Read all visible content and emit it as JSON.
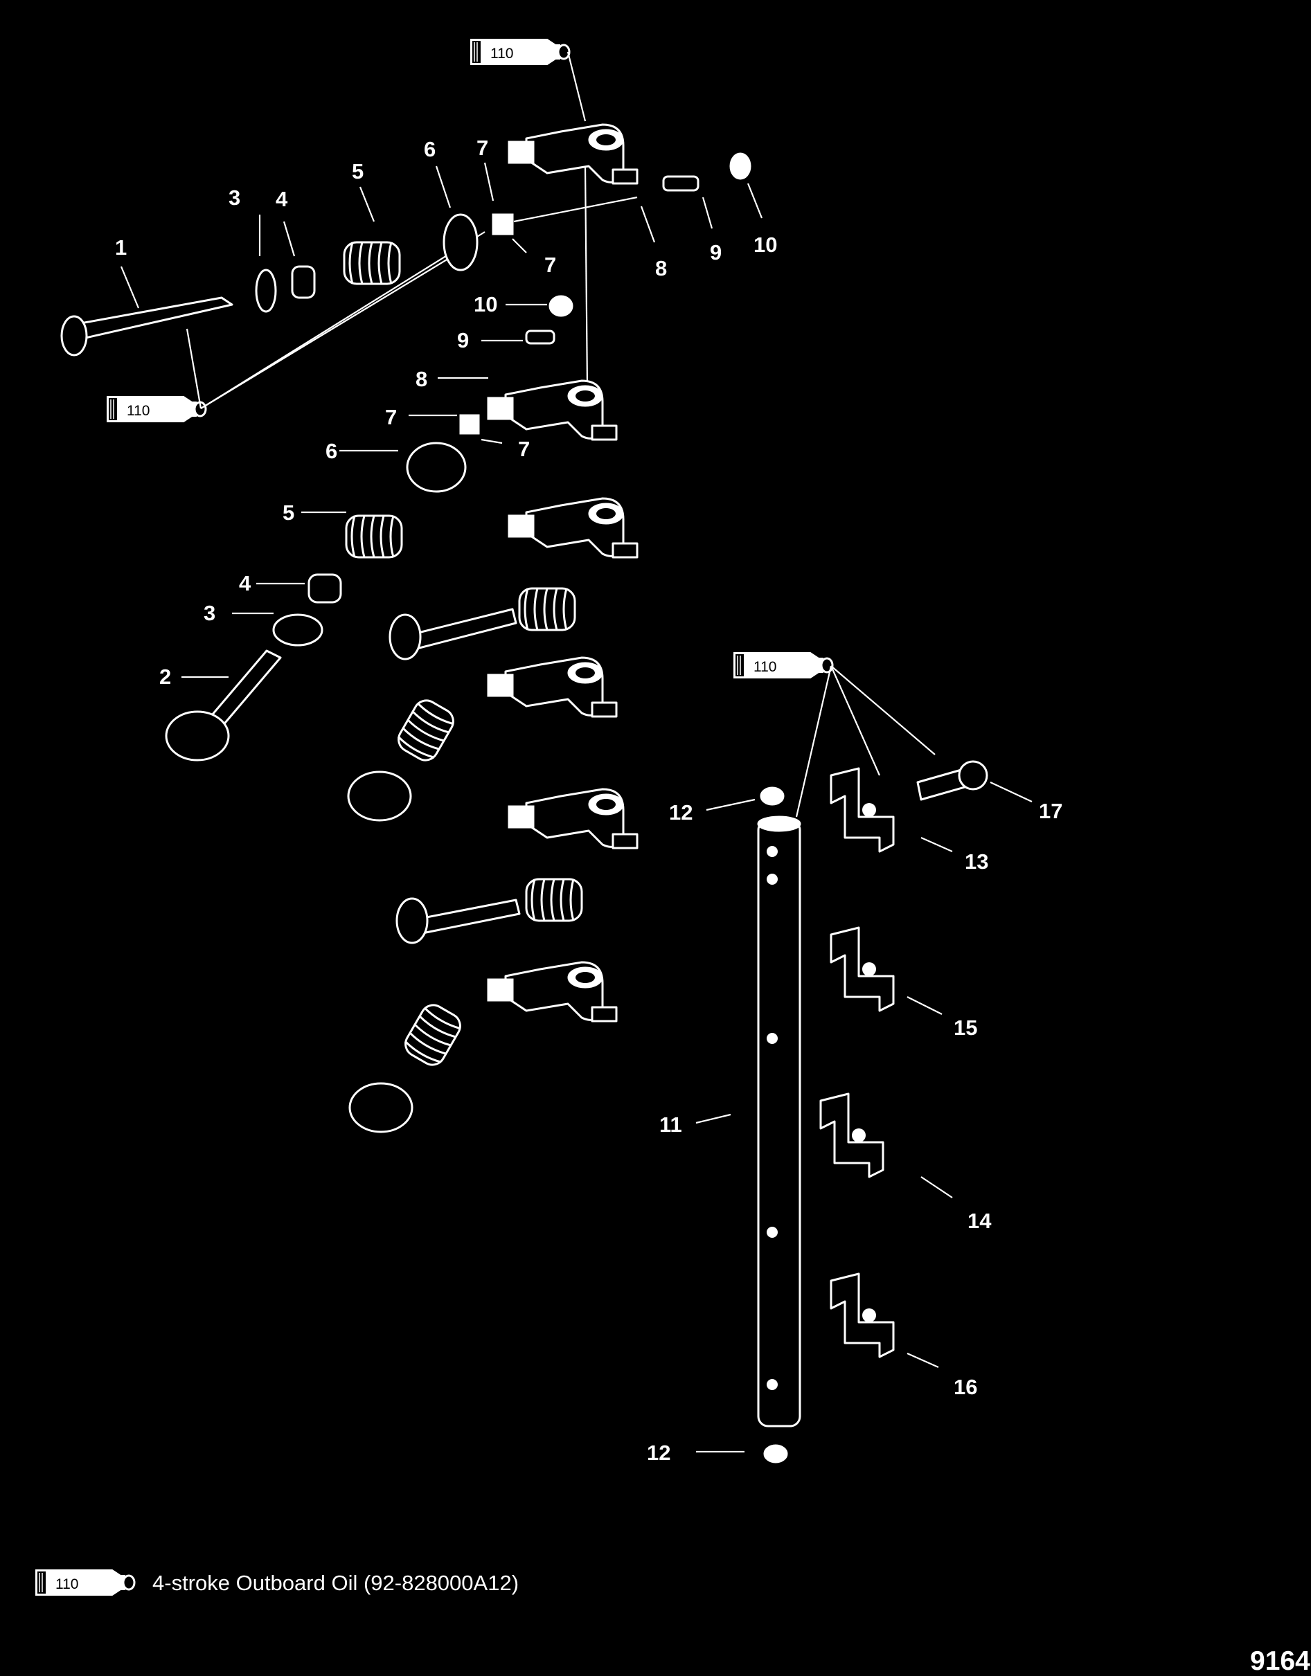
{
  "callouts": {
    "c1": "1",
    "c2": "2",
    "c3a": "3",
    "c3b": "3",
    "c4a": "4",
    "c4b": "4",
    "c5a": "5",
    "c5b": "5",
    "c6a": "6",
    "c6b": "6",
    "c7a": "7",
    "c7b": "7",
    "c7c": "7",
    "c7d": "7",
    "c8a": "8",
    "c8b": "8",
    "c9a": "9",
    "c9b": "9",
    "c10a": "10",
    "c10b": "10",
    "c11": "11",
    "c12a": "12",
    "c12b": "12",
    "c13": "13",
    "c14": "14",
    "c15": "15",
    "c16": "16",
    "c17": "17"
  },
  "lubricant_tube_code": "110",
  "legend": {
    "tube_code": "110",
    "text": "4-stroke Outboard Oil (92-828000A12)"
  },
  "figure_number": "9164"
}
